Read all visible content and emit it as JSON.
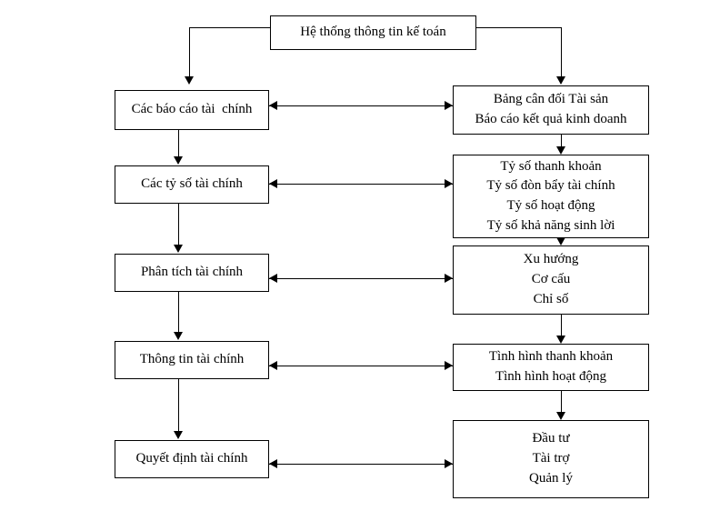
{
  "diagram": {
    "title_node": {
      "label": "Hệ thống thông tin kế toán"
    },
    "left_column": [
      {
        "label": "Các báo cáo tài  chính"
      },
      {
        "label": "Các tỷ số tài chính"
      },
      {
        "label": "Phân tích tài chính"
      },
      {
        "label": "Thông tin tài chính"
      },
      {
        "label": "Quyết định tài chính"
      }
    ],
    "right_column": [
      {
        "lines": [
          "Bảng cân đối Tài sản",
          "Báo cáo kết quả kinh doanh"
        ]
      },
      {
        "lines": [
          "Tỷ số thanh khoản",
          "Tỷ số đòn bẩy tài chính",
          "Tỷ số hoạt động",
          "Tỷ số khả năng sinh lời"
        ]
      },
      {
        "lines": [
          "Xu hướng",
          "Cơ cấu",
          "Chỉ số"
        ]
      },
      {
        "lines": [
          "Tình hình thanh khoản",
          "Tình hình hoạt động"
        ]
      },
      {
        "lines": [
          "Đầu tư",
          "Tài trợ",
          "Quản lý"
        ]
      }
    ],
    "colors": {
      "stroke": "#000000",
      "fill": "#ffffff",
      "text": "#000000"
    }
  }
}
